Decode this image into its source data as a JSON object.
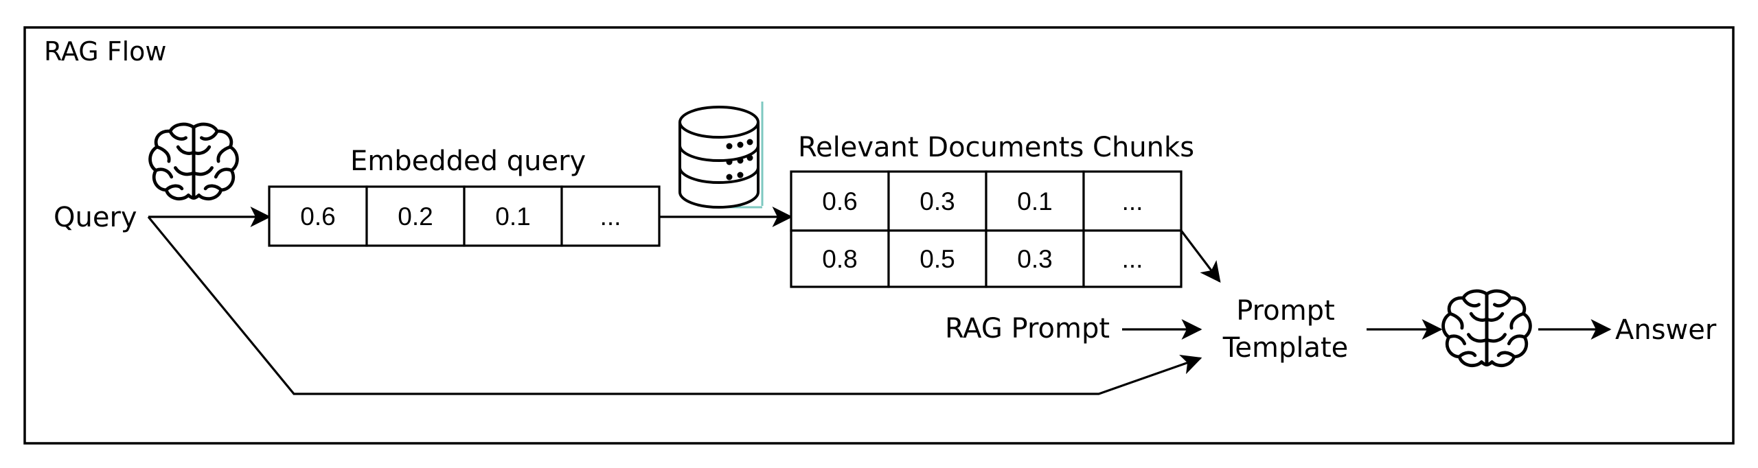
{
  "title": "RAG Flow",
  "labels": {
    "query": "Query",
    "embedded_query": "Embedded query",
    "relevant_chunks": "Relevant Documents Chunks",
    "rag_prompt": "RAG Prompt",
    "prompt_template_line1": "Prompt",
    "prompt_template_line2": "Template",
    "answer": "Answer"
  },
  "embedded_query_values": [
    "0.6",
    "0.2",
    "0.1",
    "..."
  ],
  "chunk_rows": [
    [
      "0.6",
      "0.3",
      "0.1",
      "..."
    ],
    [
      "0.8",
      "0.5",
      "0.3",
      "..."
    ]
  ],
  "icons": {
    "query_model": "brain-icon",
    "vector_store": "database-icon",
    "answer_model": "brain-icon"
  },
  "colors": {
    "stroke": "#000000",
    "background": "#ffffff",
    "db_accent": "#7ec8c0"
  }
}
